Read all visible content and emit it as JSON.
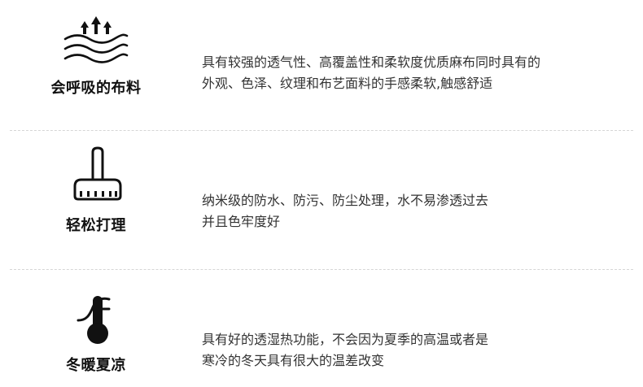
{
  "features": [
    {
      "icon": "breathable-fabric-icon",
      "title": "会呼吸的布料",
      "desc_line1": "具有较强的透气性、高覆盖性和柔软度优质麻布同时具有的",
      "desc_line2": "外观、色泽、纹理和布艺面料的手感柔软,触感舒适"
    },
    {
      "icon": "cleaning-brush-icon",
      "title": "轻松打理",
      "desc_line1": "纳米级的防水、防污、防尘处理，水不易渗透过去",
      "desc_line2": "并且色牢度好"
    },
    {
      "icon": "thermometer-icon",
      "title": "冬暖夏凉",
      "desc_line1": "具有好的透湿热功能，不会因为夏季的高温或者是",
      "desc_line2": "寒冷的冬天具有很大的温差改变"
    }
  ]
}
